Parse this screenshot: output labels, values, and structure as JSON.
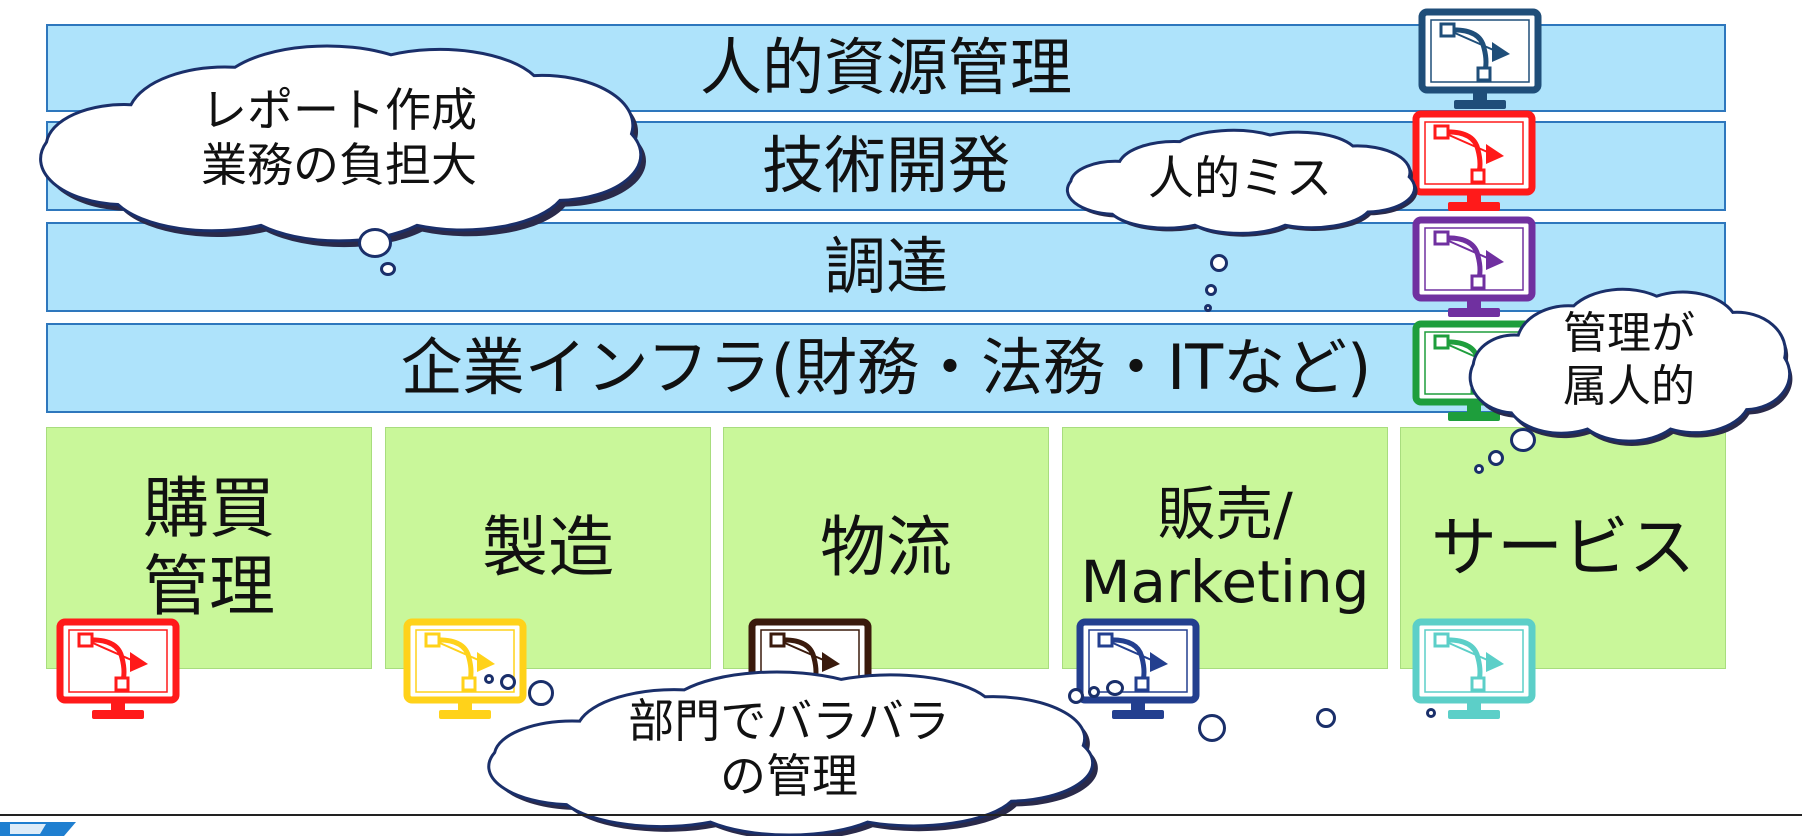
{
  "support_activities": [
    {
      "label": "人的資源管理"
    },
    {
      "label": "技術開発"
    },
    {
      "label": "調達"
    },
    {
      "label": "企業インフラ(財務・法務・ITなど)"
    }
  ],
  "primary_activities": [
    {
      "label": "購買\n管理"
    },
    {
      "label": "製造"
    },
    {
      "label": "物流"
    },
    {
      "label": "販売/\nMarketing"
    },
    {
      "label": "サービス"
    }
  ],
  "thought_bubbles": [
    {
      "text": "レポート作成\n業務の負担大"
    },
    {
      "text": "人的ミス"
    },
    {
      "text": "管理が\n属人的"
    },
    {
      "text": "部門でバラバラ\nの管理"
    }
  ],
  "monitor_icons": [
    {
      "name": "monitor-icon",
      "color": "#1f4e79"
    },
    {
      "name": "monitor-icon",
      "color": "#ff1a1a"
    },
    {
      "name": "monitor-icon",
      "color": "#7030a0"
    },
    {
      "name": "monitor-icon",
      "color": "#1e9e3c"
    },
    {
      "name": "monitor-icon",
      "color": "#ff1a1a"
    },
    {
      "name": "monitor-icon",
      "color": "#ffd21a"
    },
    {
      "name": "monitor-icon",
      "color": "#3a1a0c"
    },
    {
      "name": "monitor-icon",
      "color": "#233f8f"
    },
    {
      "name": "monitor-icon",
      "color": "#5ccfc8"
    }
  ],
  "colors": {
    "support_fill": "#aee3fb",
    "support_border": "#2e77bd",
    "primary_fill": "#c9f79a",
    "bubble_outline": "#1a2f6a"
  }
}
